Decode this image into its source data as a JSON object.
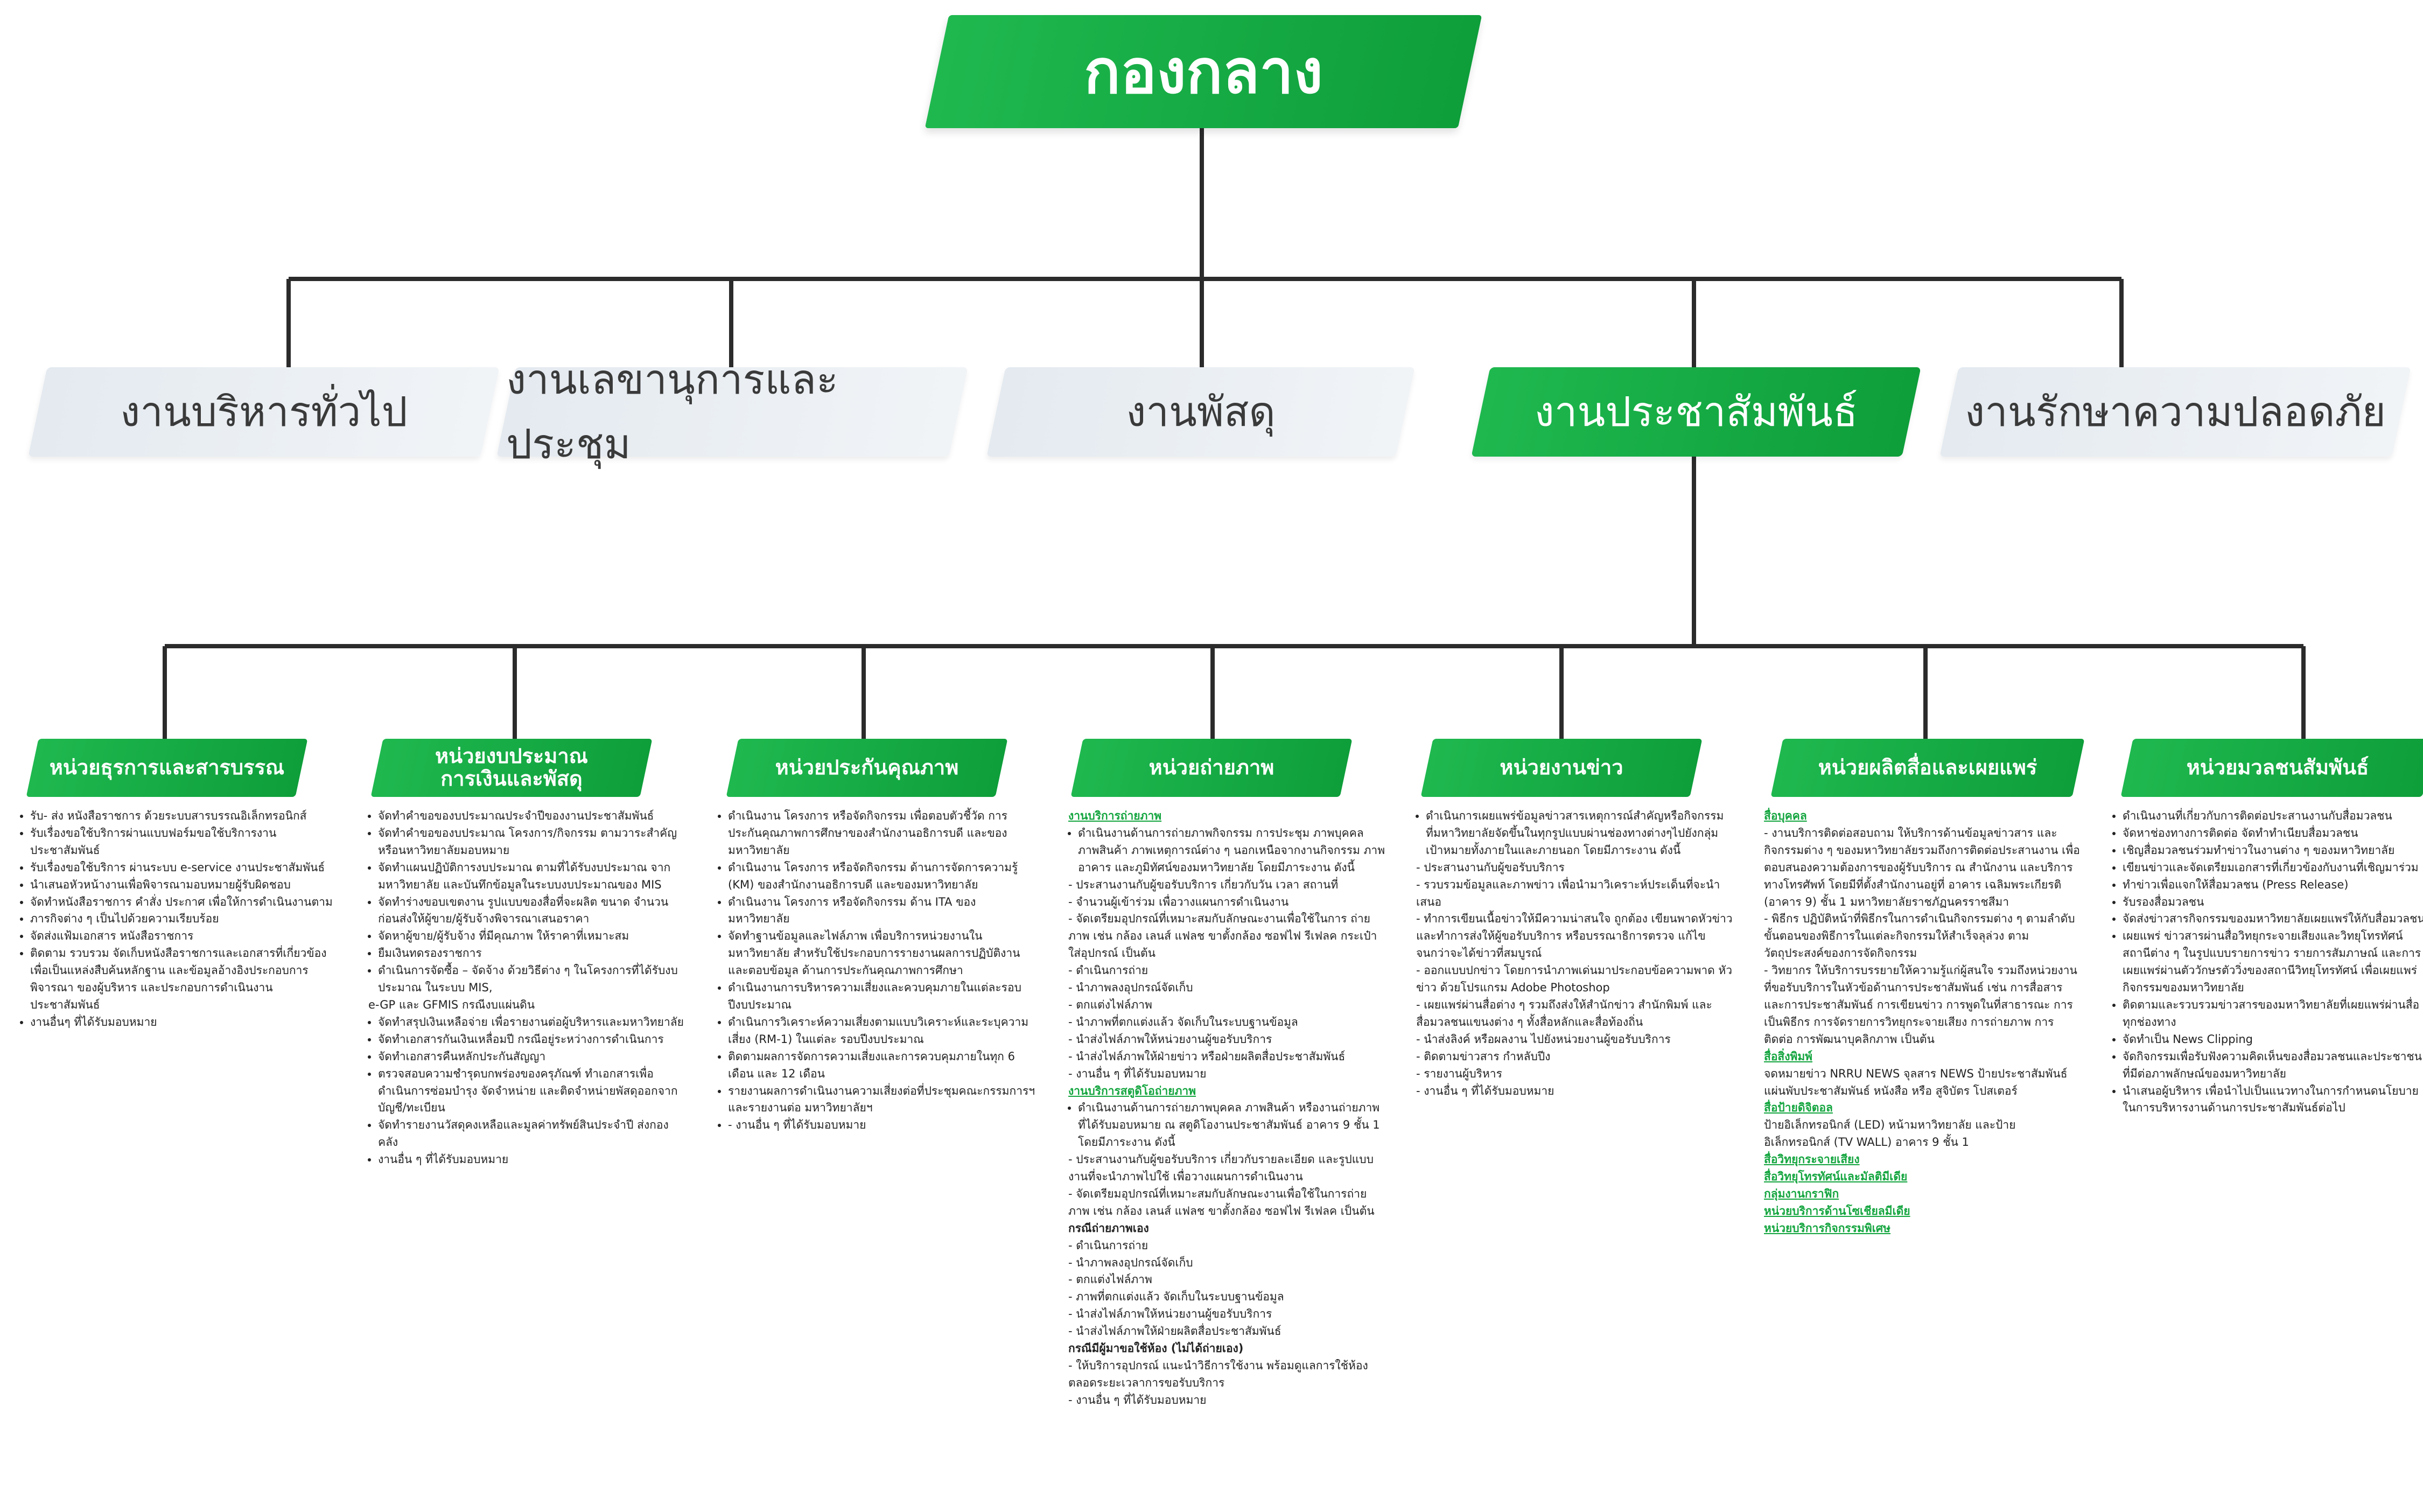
{
  "top": {
    "label": "กองกลาง"
  },
  "level2": [
    {
      "label": "งานบริหารทั่วไป",
      "active": false
    },
    {
      "label": "งานเลขานุการและประชุม",
      "active": false
    },
    {
      "label": "งานพัสดุ",
      "active": false
    },
    {
      "label": "งานประชาสัมพันธ์",
      "active": true
    },
    {
      "label": "งานรักษาความปลอดภัย",
      "active": false
    }
  ],
  "units": [
    {
      "title": "หน่วยธุรการและสารบรรณ",
      "items": [
        {
          "t": "รับ- ส่ง หนังสือราชการ ด้วยระบบสารบรรณอิเล็กทรอนิกส์",
          "s": "dot"
        },
        {
          "t": "รับเรื่องขอใช้บริการผ่านแบบฟอร์มขอใช้บริการงานประชาสัมพันธ์",
          "s": "dot"
        },
        {
          "t": "รับเรื่องขอใช้บริการ ผ่านระบบ e-service งานประชาสัมพันธ์",
          "s": "dot"
        },
        {
          "t": "นำเสนอหัวหน้างานเพื่อพิจารณามอบหมายผู้รับผิดชอบ",
          "s": "dot"
        },
        {
          "t": "จัดทำหนังสือราชการ คำสั่ง ประกาศ เพื่อให้การดำเนินงานตาม",
          "s": "dot"
        },
        {
          "t": "ภารกิจต่าง ๆ เป็นไปด้วยความเรียบร้อย",
          "s": "dot"
        },
        {
          "t": "จัดส่งแฟ้มเอกสาร หนังสือราชการ",
          "s": "dot"
        },
        {
          "t": "ติดตาม รวบรวม จัดเก็บหนังสือราชการและเอกสารที่เกี่ยวข้อง เพื่อเป็นแหล่งสืบค้นหลักฐาน และข้อมูลอ้างอิงประกอบการพิจารณา ของผู้บริหาร และประกอบการดำเนินงานประชาสัมพันธ์",
          "s": "dot"
        },
        {
          "t": "งานอื่นๆ ที่ได้รับมอบหมาย",
          "s": "dot"
        }
      ]
    },
    {
      "title": "หน่วยงบประมาณ\nการเงินและพัสดุ",
      "items": [
        {
          "t": "จัดทำคำขอของบประมาณประจำปีของงานประชาสัมพันธ์",
          "s": "dot"
        },
        {
          "t": "จัดทำคำขอของบประมาณ โครงการ/กิจกรรม ตามวาระสำคัญ หรือนหาวิทยาลัยมอบหมาย",
          "s": "dot"
        },
        {
          "t": "จัดทำแผนปฏิบัติการงบประมาณ ตามที่ได้รับงบประมาณ จากมหาวิทยาลัย และบันทึกข้อมูลในระบบงบประมาณของ MIS",
          "s": "dot"
        },
        {
          "t": "จัดทำร่างขอบเขตงาน รูปแบบของสื่อที่จะผลิต ขนาด จำนวน ก่อนส่งให้ผู้ขาย/ผู้รับจ้างพิจารณาเสนอราคา",
          "s": "dot"
        },
        {
          "t": "จัดหาผู้ขาย/ผู้รับจ้าง ที่มีคุณภาพ ให้ราคาที่เหมาะสม",
          "s": "dot"
        },
        {
          "t": "ยืมเงินทดรองราชการ",
          "s": "dot"
        },
        {
          "t": "ดำเนินการจัดซื้อ – จัดจ้าง ด้วยวิธีต่าง ๆ ในโครงการที่ได้รับงบประมาณ ในระบบ MIS,",
          "s": "dot"
        },
        {
          "t": "e-GP และ GFMIS กรณีงบแผ่นดิน",
          "s": "plain"
        },
        {
          "t": "จัดทำสรุปเงินเหลือจ่าย เพื่อรายงานต่อผู้บริหารและมหาวิทยาลัย",
          "s": "dot"
        },
        {
          "t": "จัดทำเอกสารกันเงินเหลื่อมปี กรณีอยู่ระหว่างการดำเนินการ",
          "s": "dot"
        },
        {
          "t": "จัดทำเอกสารคืนหลักประกันสัญญา",
          "s": "dot"
        },
        {
          "t": "ตรวจสอบความชำรุดบกพร่องของครุภัณฑ์ ทำเอกสารเพื่อ ดำเนินการซ่อมบำรุง จัดจำหน่าย และติดจำหน่ายพัสดุออกจาก บัญชี/ทะเบียน",
          "s": "dot"
        },
        {
          "t": "จัดทำรายงานวัสดุคงเหลือและมูลค่าทรัพย์สินประจำปี ส่งกองคลัง",
          "s": "dot"
        },
        {
          "t": "งานอื่น ๆ ที่ได้รับมอบหมาย",
          "s": "dot"
        }
      ]
    },
    {
      "title": "หน่วยประกันคุณภาพ",
      "items": [
        {
          "t": "ดำเนินงาน โครงการ หรือจัดกิจกรรม เพื่อตอบตัวชี้วัด การประกันคุณภาพการศึกษาของสำนักงานอธิการบดี และของมหาวิทยาลัย",
          "s": "dot"
        },
        {
          "t": "ดำเนินงาน โครงการ หรือจัดกิจกรรม ด้านการจัดการความรู้ (KM) ของสำนักงานอธิการบดี และของมหาวิทยาลัย",
          "s": "dot"
        },
        {
          "t": "ดำเนินงาน โครงการ หรือจัดกิจกรรม ด้าน ITA ของมหาวิทยาลัย",
          "s": "dot"
        },
        {
          "t": "จัดทำฐานข้อมูลและไฟล์ภาพ เพื่อบริการหน่วยงานในมหาวิทยาลัย สำหรับใช้ประกอบการรายงานผลการปฏิบัติงาน และตอบข้อมูล ด้านการประกันคุณภาพการศึกษา",
          "s": "dot"
        },
        {
          "t": "ดำเนินงานการบริหารความเสี่ยงและควบคุมภายในแต่ละรอบ ปีงบประมาณ",
          "s": "dot"
        },
        {
          "t": "ดำเนินการวิเคราะห์ความเสี่ยงตามแบบวิเคราะห์และระบุความเสี่ยง (RM-1) ในแต่ละ รอบปีงบประมาณ",
          "s": "dot"
        },
        {
          "t": "ติดตามผลการจัดการความเสี่ยงและการควบคุมภายในทุก 6 เดือน และ 12 เดือน",
          "s": "dot"
        },
        {
          "t": "รายงานผลการดำเนินงานความเสี่ยงต่อที่ประชุมคณะกรรมการฯ และรายงานต่อ มหาวิทยาลัยฯ",
          "s": "dot"
        },
        {
          "t": "- งานอื่น ๆ ที่ได้รับมอบหมาย",
          "s": "dot"
        }
      ]
    },
    {
      "title": "หน่วยถ่ายภาพ",
      "items": [
        {
          "t": "งานบริการถ่ายภาพ",
          "s": "gh"
        },
        {
          "t": "ดำเนินงานด้านการถ่ายภาพกิจกรรม การประชุม ภาพบุคคล ภาพสินค้า ภาพเหตุการณ์ต่าง ๆ นอกเหนือจากงานกิจกรรม ภาพอาคาร และภูมิทัศน์ของมหาวิทยาลัย โดยมีภาระงาน ดังนี้",
          "s": "dot"
        },
        {
          "t": "- ประสานงานกับผู้ขอรับบริการ เกี่ยวกับวัน เวลา สถานที่",
          "s": "plain"
        },
        {
          "t": "- จำนวนผู้เข้าร่วม เพื่อวางแผนการดำเนินงาน",
          "s": "plain"
        },
        {
          "t": "- จัดเตรียมอุปกรณ์ที่เหมาะสมกับลักษณะงานเพื่อใช้ในการ ถ่ายภาพ เช่น กล้อง เลนส์ แฟลช ขาตั้งกล้อง ซอฟไฟ รีเฟลค กระเป๋าใส่อุปกรณ์ เป็นต้น",
          "s": "plain"
        },
        {
          "t": "- ดำเนินการถ่าย",
          "s": "plain"
        },
        {
          "t": "- นำภาพลงอุปกรณ์จัดเก็บ",
          "s": "plain"
        },
        {
          "t": "- ตกแต่งไฟล์ภาพ",
          "s": "plain"
        },
        {
          "t": "- นำภาพที่ตกแต่งแล้ว จัดเก็บในระบบฐานข้อมูล",
          "s": "plain"
        },
        {
          "t": "- นำส่งไฟล์ภาพให้หน่วยงานผู้ขอรับบริการ",
          "s": "plain"
        },
        {
          "t": "- นำส่งไฟล์ภาพให้ฝ่ายข่าว หรือฝ่ายผลิตสื่อประชาสัมพันธ์",
          "s": "plain"
        },
        {
          "t": "- งานอื่น ๆ ที่ได้รับมอบหมาย",
          "s": "plain"
        },
        {
          "t": "งานบริการสตูดิโอถ่ายภาพ",
          "s": "gh"
        },
        {
          "t": "ดำเนินงานด้านการถ่ายภาพบุคคล ภาพสินค้า หรืองานถ่ายภาพ ที่ได้รับมอบหมาย ณ สตูดิโองานประชาสัมพันธ์ อาคาร 9 ชั้น 1 โดยมีภาระงาน ดังนี้",
          "s": "dot"
        },
        {
          "t": "- ประสานงานกับผู้ขอรับบริการ เกี่ยวกับรายละเอียด และรูปแบบงานที่จะนำภาพไปใช้ เพื่อวางแผนการดำเนินงาน",
          "s": "plain"
        },
        {
          "t": "- จัดเตรียมอุปกรณ์ที่เหมาะสมกับลักษณะงานเพื่อใช้ในการถ่ายภาพ เช่น กล้อง เลนส์ แฟลช ขาตั้งกล้อง ซอฟไฟ รีเฟลค เป็นต้น",
          "s": "plain"
        },
        {
          "t": "กรณีถ่ายภาพเอง",
          "s": "bh"
        },
        {
          "t": "- ดำเนินการถ่าย",
          "s": "plain"
        },
        {
          "t": "- นำภาพลงอุปกรณ์จัดเก็บ",
          "s": "plain"
        },
        {
          "t": "- ตกแต่งไฟล์ภาพ",
          "s": "plain"
        },
        {
          "t": "- ภาพที่ตกแต่งแล้ว จัดเก็บในระบบฐานข้อมูล",
          "s": "plain"
        },
        {
          "t": "- นำส่งไฟล์ภาพให้หน่วยงานผู้ขอรับบริการ",
          "s": "plain"
        },
        {
          "t": "- นำส่งไฟล์ภาพให้ฝ่ายผลิตสื่อประชาสัมพันธ์",
          "s": "plain"
        },
        {
          "t": "กรณีมีผู้มาขอใช้ห้อง (ไม่ได้ถ่ายเอง)",
          "s": "bh"
        },
        {
          "t": "- ให้บริการอุปกรณ์ แนะนำวิธีการใช้งาน พร้อมดูแลการใช้ห้อง ตลอดระยะเวลาการขอรับบริการ",
          "s": "plain"
        },
        {
          "t": "- งานอื่น ๆ ที่ได้รับมอบหมาย",
          "s": "plain"
        }
      ]
    },
    {
      "title": "หน่วยงานข่าว",
      "items": [
        {
          "t": "ดำเนินการเผยแพร่ข้อมูลข่าวสารเหตุการณ์สำคัญหรือกิจกรรม ที่มหาวิทยาลัยจัดขึ้นในทุกรูปแบบผ่านช่องทางต่างๆไปยังกลุ่ม เป้าหมายทั้งภายในและภายนอก โดยมีภาระงาน ดังนี้",
          "s": "dot"
        },
        {
          "t": "- ประสานงานกับผู้ขอรับบริการ",
          "s": "plain"
        },
        {
          "t": "- รวบรวมข้อมูลและภาพข่าว เพื่อนำมาวิเคราะห์ประเด็นที่จะนำเสนอ",
          "s": "plain"
        },
        {
          "t": "- ทำการเขียนเนื้อข่าวให้มีความน่าสนใจ ถูกต้อง เขียนพาดหัวข่าว และทำการส่งให้ผู้ขอรับบริการ หรือบรรณาธิการตรวจ แก้ไข จนกว่าจะได้ข่าวที่สมบูรณ์",
          "s": "plain"
        },
        {
          "t": "- ออกแบบปกข่าว โดยการนำภาพเด่นมาประกอบข้อความพาด หัวข่าว ด้วยโปรแกรม Adobe Photoshop",
          "s": "plain"
        },
        {
          "t": "- เผยแพร่ผ่านสื่อต่าง ๆ รวมถึงส่งให้สำนักข่าว สำนักพิมพ์ และสื่อมวลชนแขนงต่าง ๆ ทั้งสื่อหลักและสื่อท้องถิ่น",
          "s": "plain"
        },
        {
          "t": "- นำส่งลิงค์ หรือผลงาน ไปยังหน่วยงานผู้ขอรับบริการ",
          "s": "plain"
        },
        {
          "t": "- ติดตามข่าวสาร กำหลับปีง",
          "s": "plain"
        },
        {
          "t": "- รายงานผู้บริหาร",
          "s": "plain"
        },
        {
          "t": "- งานอื่น ๆ ที่ได้รับมอบหมาย",
          "s": "plain"
        }
      ]
    },
    {
      "title": "หน่วยผลิตสื่อและเผยแพร่",
      "items": [
        {
          "t": "สื่อบุคคล",
          "s": "gh"
        },
        {
          "t": "- งานบริการติดต่อสอบถาม ให้บริการด้านข้อมูลข่าวสาร และกิจกรรมต่าง ๆ ของมหาวิทยาลัยรวมถึงการติดต่อประสานงาน เพื่อตอบสนองความต้องการของผู้รับบริการ ณ สำนักงาน และบริการทางโทรศัพท์ โดยมีที่ตั้งสำนักงานอยู่ที่ อาคาร เฉลิมพระเกียรติ (อาคาร 9) ชั้น 1 มหาวิทยาลัยราชภัฏนครราชสีมา",
          "s": "plain"
        },
        {
          "t": "- พิธีกร ปฏิบัติหน้าที่พิธีกรในการดำเนินกิจกรรมต่าง ๆ ตามลำดับขั้นตอนของพิธีการในแต่ละกิจกรรมให้สำเร็จลุล่วง ตามวัตถุประสงค์ของการจัดกิจกรรม",
          "s": "plain"
        },
        {
          "t": "- วิทยากร ให้บริการบรรยายให้ความรู้แก่ผู้สนใจ รวมถึงหน่วยงาน ที่ขอรับบริการในหัวข้อด้านการประชาสัมพันธ์ เช่น การสื่อสาร และการประชาสัมพันธ์ การเขียนข่าว การพูดในที่สาธารณะ การเป็นพิธีกร การจัดรายการวิทยุกระจายเสียง การถ่ายภาพ การติดต่อ การพัฒนาบุคลิกภาพ เป็นต้น",
          "s": "plain"
        },
        {
          "t": "สื่อสิ่งพิมพ์",
          "s": "gh"
        },
        {
          "t": "จดหมายข่าว NRRU NEWS จุลสาร NEWS ป้ายประชาสัมพันธ์ แผ่นพับประชาสัมพันธ์ หนังสือ หรือ สูจิบัตร โปสเตอร์",
          "s": "plain"
        },
        {
          "t": "สื่อป้ายดิจิตอล",
          "s": "gh"
        },
        {
          "t": "ป้ายอิเล็กทรอนิกส์ (LED) หน้ามหาวิทยาลัย และป้ายอิเล็กทรอนิกส์ (TV WALL) อาคาร 9 ชั้น 1",
          "s": "plain"
        },
        {
          "t": "สื่อวิทยุกระจายเสียง",
          "s": "gh"
        },
        {
          "t": "สื่อวิทยุโทรทัศน์และมัลติมีเดีย",
          "s": "gh"
        },
        {
          "t": "กลุ่มงานกราฟิก",
          "s": "gh"
        },
        {
          "t": "หน่วยบริการด้านโซเชียลมีเดีย",
          "s": "gh"
        },
        {
          "t": "หน่วยบริการกิจกรรมพิเศษ",
          "s": "gh"
        }
      ]
    },
    {
      "title": "หน่วยมวลชนสัมพันธ์",
      "items": [
        {
          "t": "ดำเนินงานที่เกี่ยวกับการติดต่อประสานงานกับสื่อมวลชน",
          "s": "dot"
        },
        {
          "t": "จัดหาช่องทางการติดต่อ จัดทำทำเนียบสื่อมวลชน",
          "s": "dot"
        },
        {
          "t": "เชิญสื่อมวลชนร่วมทำข่าวในงานต่าง ๆ ของมหาวิทยาลัย",
          "s": "dot"
        },
        {
          "t": "เขียนข่าวและจัดเตรียมเอกสารที่เกี่ยวข้องกับงานที่เชิญมาร่วม",
          "s": "dot"
        },
        {
          "t": "ทำข่าวเพื่อแจกให้สื่อมวลชน (Press Release)",
          "s": "dot"
        },
        {
          "t": "รับรองสื่อมวลชน",
          "s": "dot"
        },
        {
          "t": "จัดส่งข่าวสารกิจกรรมของมหาวิทยาลัยเผยแพร่ให้กับสื่อมวลชน",
          "s": "dot"
        },
        {
          "t": "เผยแพร่ ข่าวสารผ่านสื่อวิทยุกระจายเสียงและวิทยุโทรทัศน์ สถานีต่าง ๆ ในรูปแบบรายการข่าว รายการสัมภาษณ์ และการ เผยแพร่ผ่านตัววักษรตัววิ่งของสถานีวิทยุโทรทัศน์ เพื่อเผยแพร่กิจกรรมของมหาวิทยาลัย",
          "s": "dot"
        },
        {
          "t": "ติดตามและรวบรวมข่าวสารของมหาวิทยาลัยที่เผยแพร่ผ่านสื่อ ทุกช่องทาง",
          "s": "dot"
        },
        {
          "t": "จัดทำเป็น News Clipping",
          "s": "dot"
        },
        {
          "t": "จัดกิจกรรมเพื่อรับฟังความคิดเห็นของสื่อมวลชนและประชาชน ที่มีต่อภาพลักษณ์ของมหาวิทยาลัย",
          "s": "dot"
        },
        {
          "t": "นำเสนอผู้บริหาร เพื่อนำไปเป็นแนวทางในการกำหนดนโยบาย ในการบริหารงานด้านการประชาสัมพันธ์ต่อไป",
          "s": "dot"
        }
      ]
    }
  ]
}
